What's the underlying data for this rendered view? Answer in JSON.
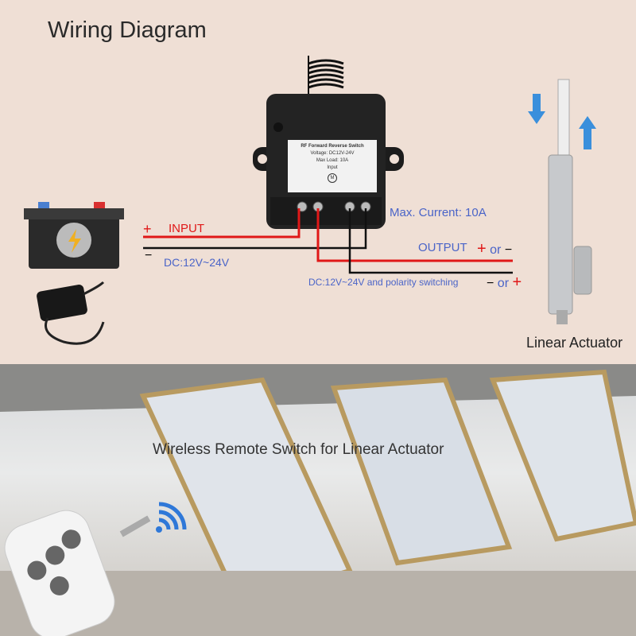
{
  "header": {
    "title": "Wiring Diagram"
  },
  "controller": {
    "label_title": "RF Forward Reverse Switch",
    "label_voltage": "Voltage: DC12V-24V",
    "label_load": "Max Load: 10A",
    "label_input": "Input",
    "motor_symbol": "M"
  },
  "input": {
    "plus": "+",
    "label": "INPUT",
    "minus": "−",
    "voltage": "DC:12V~24V"
  },
  "output": {
    "max_current": "Max. Current: 10A",
    "label": "OUTPUT",
    "polarity1_a": "+",
    "polarity1_or": "or",
    "polarity1_b": "−",
    "polarity2_a": "−",
    "polarity2_or": "or",
    "polarity2_b": "+",
    "note": "DC:12V~24V and polarity switching"
  },
  "actuator": {
    "label": "Linear Actuator"
  },
  "bottom": {
    "caption": "Wireless Remote Switch for Linear Actuator"
  },
  "colors": {
    "wire_red": "#e01818",
    "wire_black": "#111111",
    "text_blue": "#4a64c8",
    "wifi_blue": "#2f78d8"
  }
}
